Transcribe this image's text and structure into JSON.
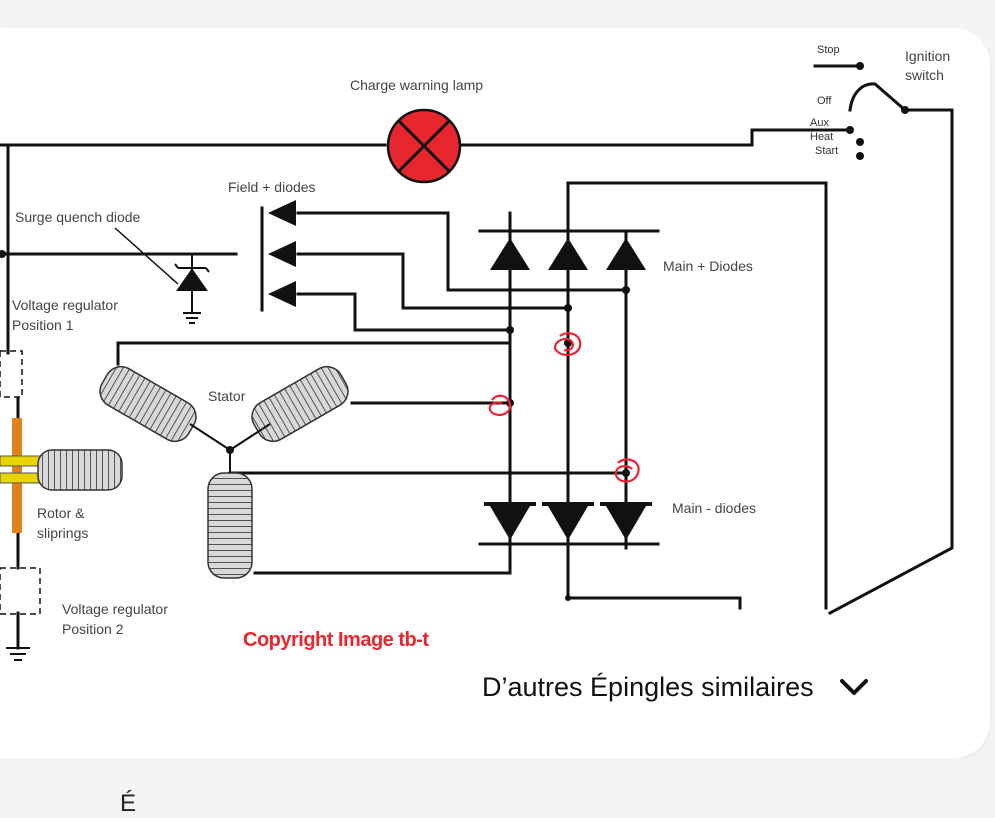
{
  "pin": {
    "labels": {
      "charge_warning_lamp": "Charge warning lamp",
      "stop": "Stop",
      "ignition_switch_line1": "Ignition",
      "ignition_switch_line2": "switch",
      "off": "Off",
      "aux": "Aux",
      "heat": "Heat",
      "start": "Start",
      "field_plus_diodes": "Field + diodes",
      "surge_quench_diode": "Surge quench diode",
      "voltage_regulator_position_1_line1": "Voltage regulator",
      "voltage_regulator_position_1_line2": "Position 1",
      "main_plus_diodes": "Main + Diodes",
      "stator": "Stator",
      "rotor_line1": "Rotor &",
      "rotor_line2": "sliprings",
      "main_minus_diodes": "Main - diodes",
      "voltage_regulator_position_2_line1": "Voltage regulator",
      "voltage_regulator_position_2_line2": "Position 2",
      "copyright": "Copyright Image tb-t"
    }
  },
  "similar": {
    "label": "D’autres Épingles similaires"
  },
  "bottom_peek": "É",
  "colors": {
    "lamp": "#e8262e",
    "annotation": "#ee2233",
    "wire": "#111111",
    "brush": "#e0821e",
    "ring": "#e8d400"
  },
  "icons": {
    "similar_toggle": "chevron-down-icon"
  }
}
